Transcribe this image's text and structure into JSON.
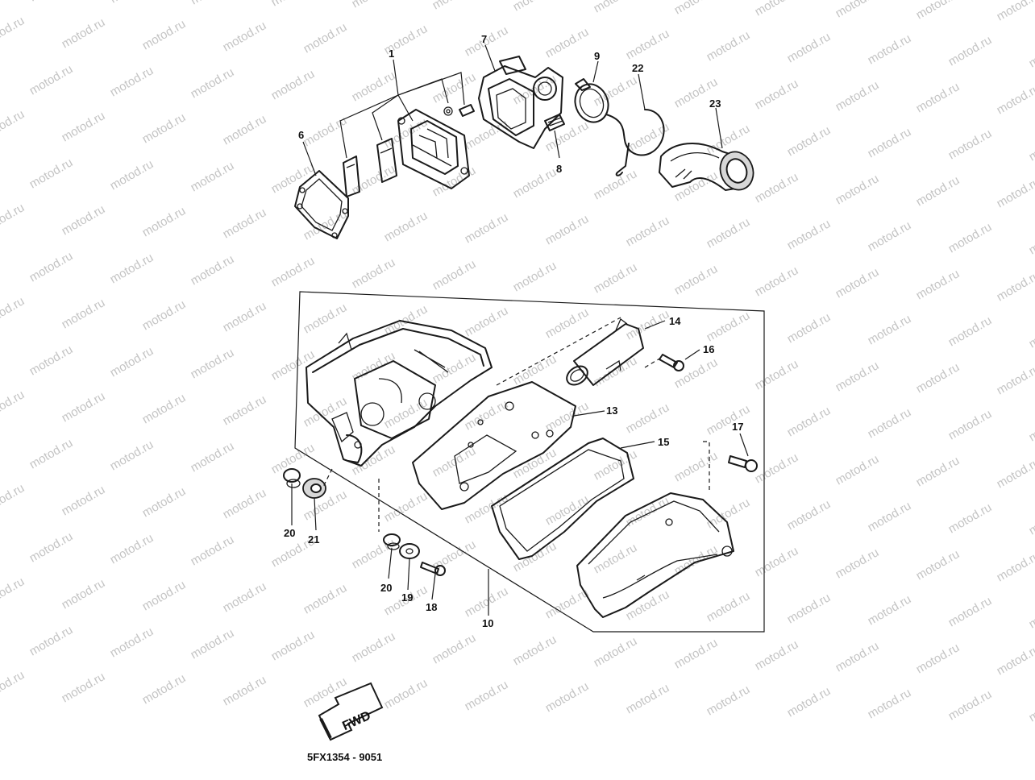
{
  "watermark": "motod.ru",
  "callouts": {
    "c1": "1",
    "c6": "6",
    "c7": "7",
    "c8": "8",
    "c9": "9",
    "c22": "22",
    "c23": "23",
    "c14": "14",
    "c16": "16",
    "c13": "13",
    "c15": "15",
    "c17": "17",
    "c20a": "20",
    "c21": "21",
    "c20b": "20",
    "c19": "19",
    "c18": "18",
    "c10": "10"
  },
  "fwd_label": "FWD",
  "diagram_code": "5FX1354 - 9051"
}
